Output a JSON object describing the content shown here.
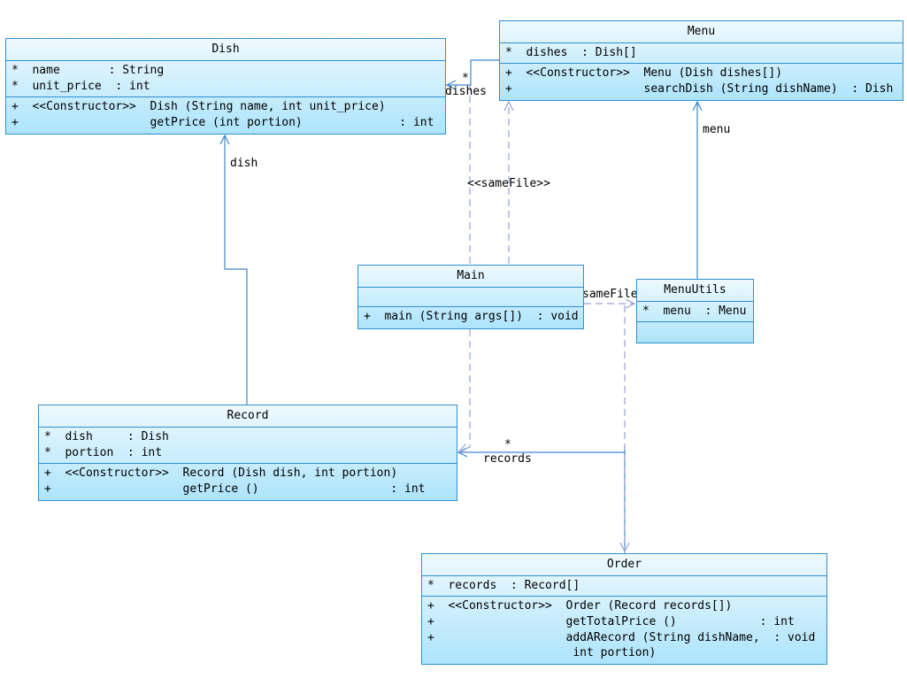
{
  "classes": {
    "dish": {
      "name": "Dish",
      "attrs": [
        "*  name       : String",
        "*  unit_price  : int"
      ],
      "ops": [
        "+  <<Constructor>>  Dish (String name, int unit_price)",
        "+                   getPrice (int portion)              : int"
      ]
    },
    "menu": {
      "name": "Menu",
      "attrs": [
        "*  dishes  : Dish[]"
      ],
      "ops": [
        "+  <<Constructor>>  Menu (Dish dishes[])",
        "+                   searchDish (String dishName)  : Dish"
      ]
    },
    "main": {
      "name": "Main",
      "ops": [
        "+  main (String args[])  : void"
      ]
    },
    "menuutils": {
      "name": "MenuUtils",
      "attrs": [
        "*  menu  : Menu"
      ]
    },
    "record": {
      "name": "Record",
      "attrs": [
        "*  dish     : Dish",
        "*  portion  : int"
      ],
      "ops": [
        "+  <<Constructor>>  Record (Dish dish, int portion)",
        "+                   getPrice ()                   : int"
      ]
    },
    "order": {
      "name": "Order",
      "attrs": [
        "*  records  : Record[]"
      ],
      "ops": [
        "+  <<Constructor>>  Order (Record records[])",
        "+                   getTotalPrice ()            : int",
        "+                   addARecord (String dishName,  : void",
        "                     int portion)"
      ]
    }
  },
  "labels": {
    "dish_role": "dish",
    "dishes_role": "dishes",
    "dishes_mult": "*",
    "menu_role": "menu",
    "samefile": "<<sameFile>>",
    "samefile_main_utils": "sameFile",
    "records_role": "records",
    "records_mult": "*"
  },
  "colors": {
    "border": "#2f8fd0",
    "line": "#3b88cc",
    "dashed": "#9aa0d8"
  }
}
